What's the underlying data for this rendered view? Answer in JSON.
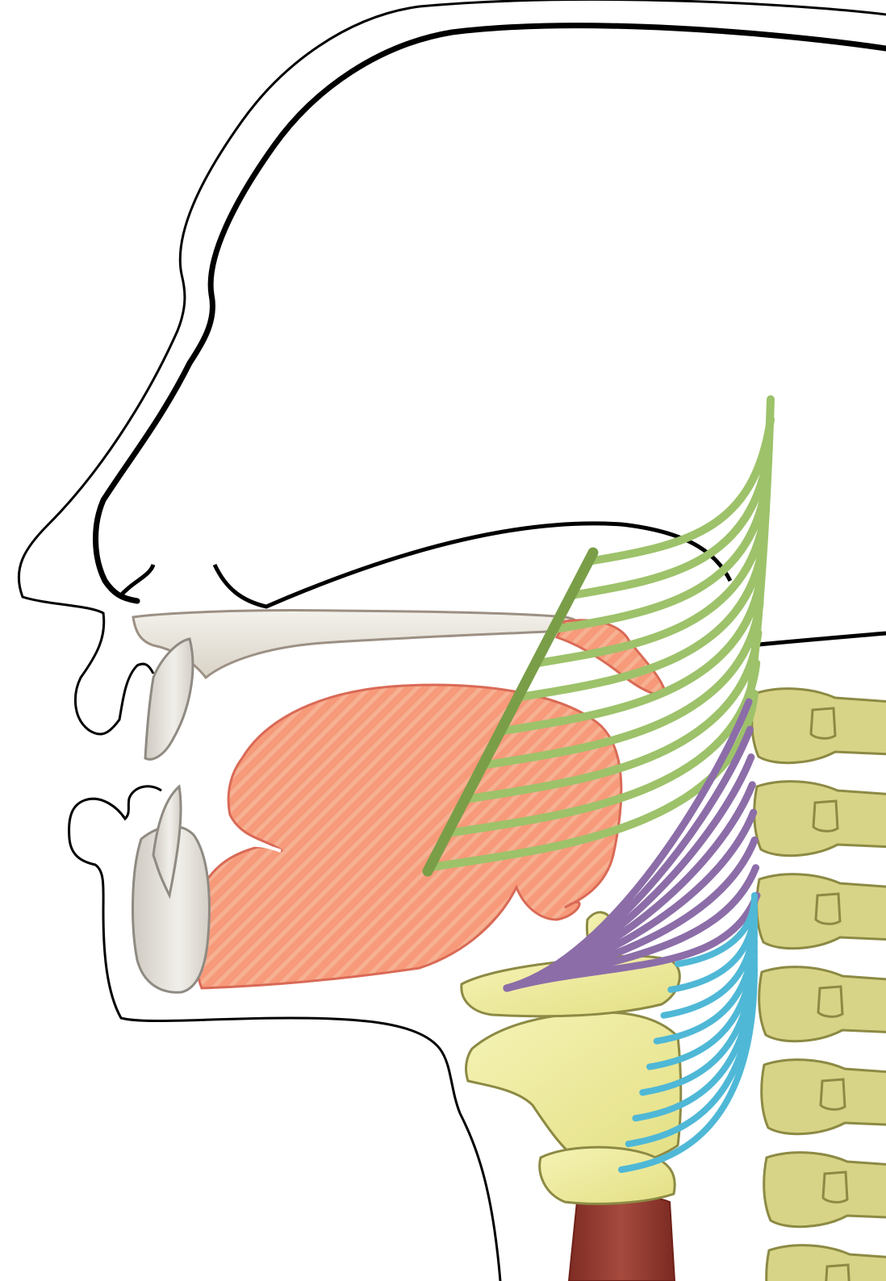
{
  "diagram": {
    "subject": "sagittal-head-and-neck-with-pharyngeal-constrictor-muscles",
    "labels": [],
    "colors": {
      "background": "#ffffff",
      "outline": "#000000",
      "tongue": "#F79A7A",
      "tongue_stroke": "#D96A56",
      "tongue_stripe": "#F6B092",
      "palate_bone": "#E8E4DA",
      "palate_stroke": "#9C9084",
      "teeth": "#DAD6CF",
      "teeth_stroke": "#8F8A82",
      "superior_constrictor": "#9DC26A",
      "superior_constrictor_dark": "#7A9E48",
      "middle_constrictor": "#8C6DA8",
      "middle_constrictor_dark": "#5E4879",
      "inferior_constrictor": "#4FB8D6",
      "inferior_constrictor_dark": "#2F8AA8",
      "vertebrae": "#D8D487",
      "vertebrae_stroke": "#8C8A44",
      "larynx_cartilage": "#EEEB9A",
      "larynx_stroke": "#8C8A44",
      "trachea": "#9E3E34"
    },
    "structures": [
      "head-outline",
      "hard-palate",
      "upper-incisor",
      "lower-incisor",
      "tongue",
      "soft-palate",
      "superior-constrictor",
      "middle-constrictor",
      "inferior-constrictor",
      "pterygomandibular-raphe",
      "hyoid",
      "thyroid-cartilage",
      "cricoid-cartilage",
      "cervical-vertebrae",
      "trachea"
    ],
    "counts": {
      "superior_constrictor_fibers": 10,
      "middle_constrictor_fibers": 8,
      "inferior_constrictor_fibers": 9,
      "cervical_vertebrae": 7
    }
  }
}
